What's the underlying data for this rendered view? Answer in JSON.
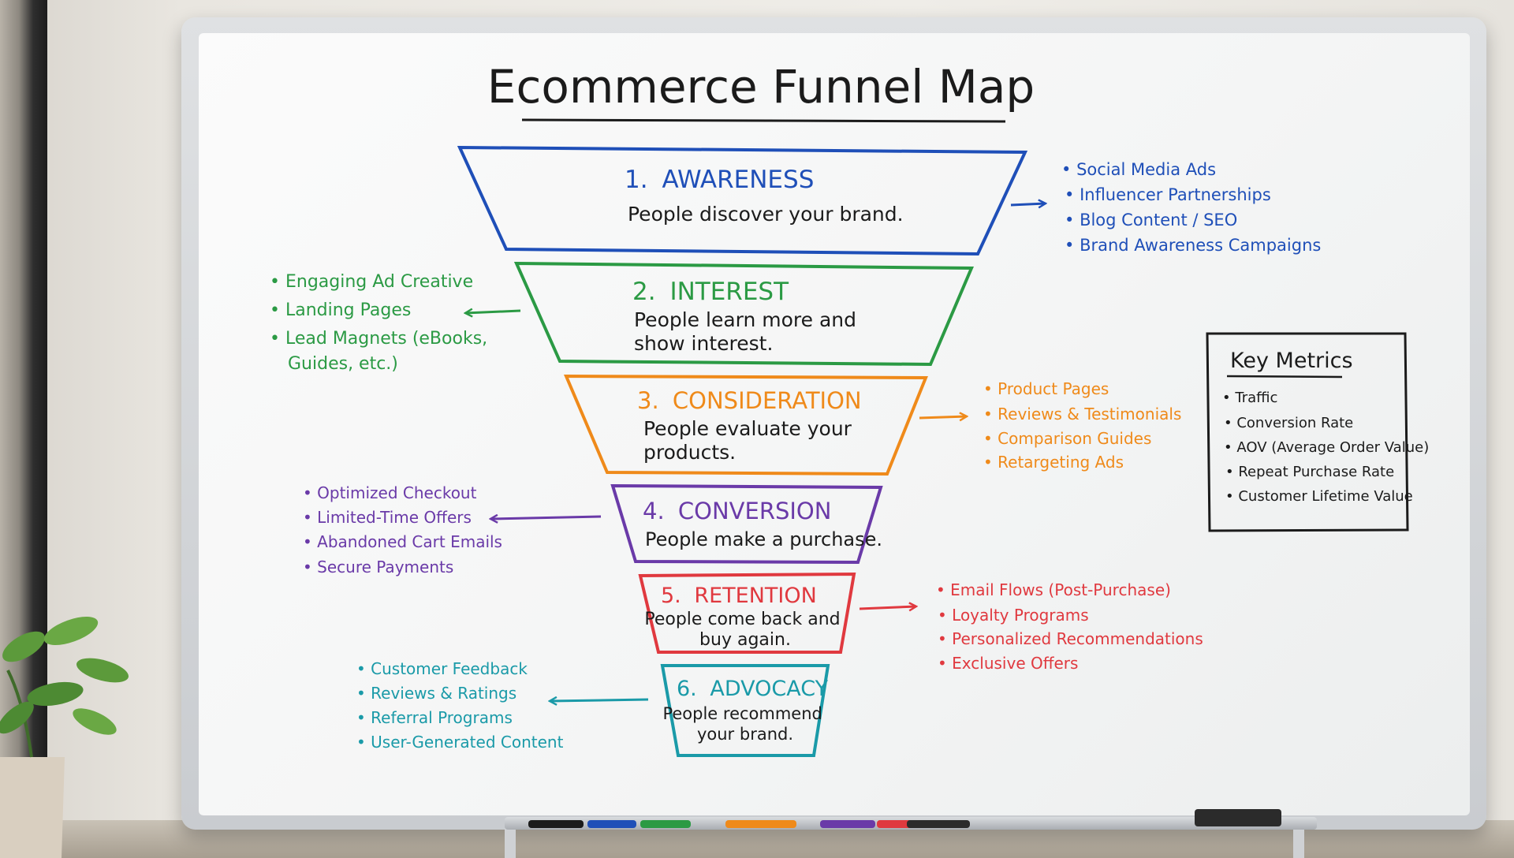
{
  "title": "Ecommerce Funnel Map",
  "stages": [
    {
      "number": "1.",
      "name": "AWARENESS",
      "desc": [
        "People discover your brand."
      ],
      "color": "#1f4fb8",
      "tactics": [
        "Social Media Ads",
        "Influencer Partnerships",
        "Blog Content / SEO",
        "Brand Awareness Campaigns"
      ]
    },
    {
      "number": "2.",
      "name": "INTEREST",
      "desc": [
        "People learn more and",
        "show interest."
      ],
      "color": "#2b9a44",
      "tactics": [
        "Engaging Ad Creative",
        "Landing Pages",
        "Lead Magnets (eBooks,",
        "Guides, etc.)"
      ]
    },
    {
      "number": "3.",
      "name": "CONSIDERATION",
      "desc": [
        "People evaluate your",
        "products."
      ],
      "color": "#ef8a1a",
      "tactics": [
        "Product Pages",
        "Reviews & Testimonials",
        "Comparison Guides",
        "Retargeting Ads"
      ]
    },
    {
      "number": "4.",
      "name": "CONVERSION",
      "desc": [
        "People make a purchase."
      ],
      "color": "#6a3aa8",
      "tactics": [
        "Optimized Checkout",
        "Limited-Time Offers",
        "Abandoned Cart Emails",
        "Secure Payments"
      ]
    },
    {
      "number": "5.",
      "name": "RETENTION",
      "desc": [
        "People come back and",
        "buy again."
      ],
      "color": "#e0393f",
      "tactics": [
        "Email Flows (Post-Purchase)",
        "Loyalty Programs",
        "Personalized Recommendations",
        "Exclusive Offers"
      ]
    },
    {
      "number": "6.",
      "name": "ADVOCACY",
      "desc": [
        "People recommend",
        "your brand."
      ],
      "color": "#1a9aa8",
      "tactics": [
        "Customer Feedback",
        "Reviews & Ratings",
        "Referral Programs",
        "User-Generated Content"
      ]
    }
  ],
  "key_metrics": {
    "title": "Key Metrics",
    "items": [
      "Traffic",
      "Conversion Rate",
      "AOV (Average Order Value)",
      "Repeat Purchase Rate",
      "Customer Lifetime Value"
    ]
  },
  "colors": {
    "ink": "#1b1b1b"
  }
}
